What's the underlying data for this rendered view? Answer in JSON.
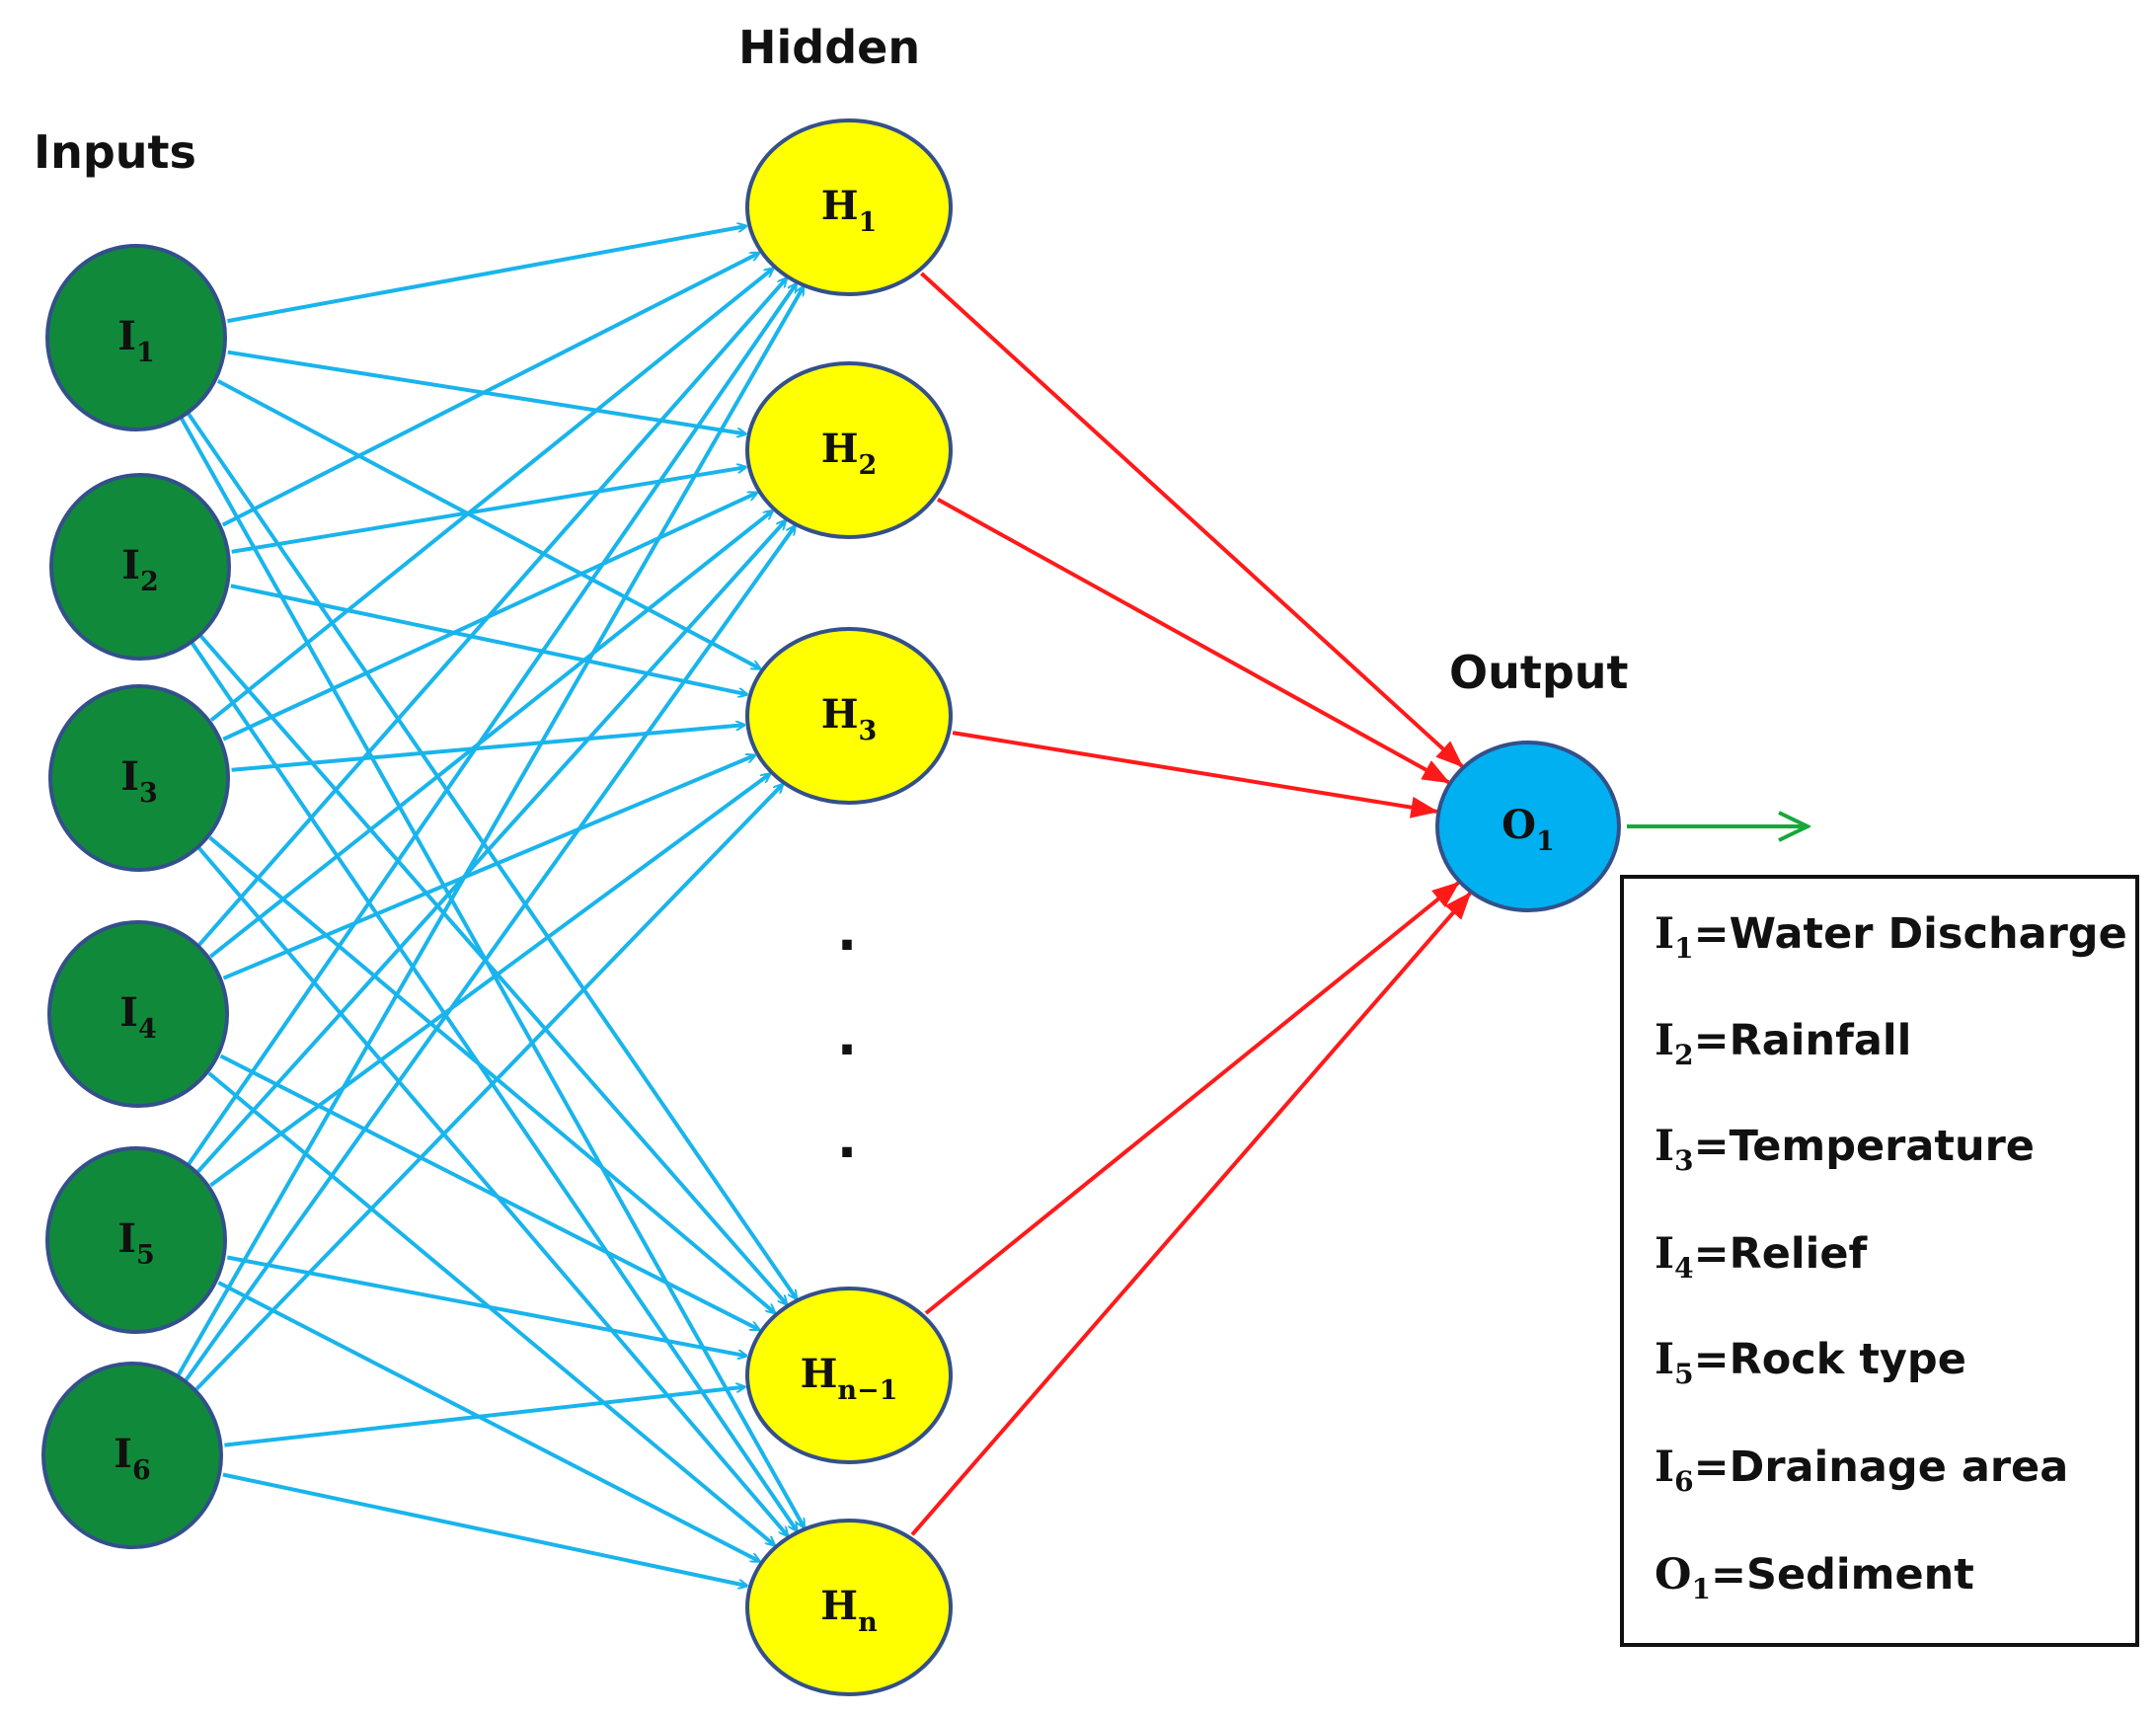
{
  "titles": {
    "inputs": "Inputs",
    "hidden": "Hidden",
    "output": "Output"
  },
  "colors": {
    "input_fill": "#108a3a",
    "hidden_fill": "#ffff00",
    "output_fill": "#00b0f0",
    "node_stroke": "#33508a",
    "input_edge": "#19b4ec",
    "output_edge": "#ff1a1a",
    "result_arrow": "#16a83a"
  },
  "input_nodes": [
    {
      "id": "I1",
      "label": "I",
      "sub": "1"
    },
    {
      "id": "I2",
      "label": "I",
      "sub": "2"
    },
    {
      "id": "I3",
      "label": "I",
      "sub": "3"
    },
    {
      "id": "I4",
      "label": "I",
      "sub": "4"
    },
    {
      "id": "I5",
      "label": "I",
      "sub": "5"
    },
    {
      "id": "I6",
      "label": "I",
      "sub": "6"
    }
  ],
  "hidden_nodes": [
    {
      "id": "H1",
      "label": "H",
      "sub": "1"
    },
    {
      "id": "H2",
      "label": "H",
      "sub": "2"
    },
    {
      "id": "H3",
      "label": "H",
      "sub": "3"
    },
    {
      "id": "Hn-1",
      "label": "H",
      "sub": "n−1"
    },
    {
      "id": "Hn",
      "label": "H",
      "sub": "n"
    }
  ],
  "ellipsis": ".",
  "output_node": {
    "id": "O1",
    "label": "O",
    "sub": "1"
  },
  "legend": [
    {
      "sym": "I",
      "sub": "1",
      "text": "=Water Discharge"
    },
    {
      "sym": "I",
      "sub": "2",
      "text": "=Rainfall"
    },
    {
      "sym": "I",
      "sub": "3",
      "text": "=Temperature"
    },
    {
      "sym": "I",
      "sub": "4",
      "text": "=Relief"
    },
    {
      "sym": "I",
      "sub": "5",
      "text": "=Rock type"
    },
    {
      "sym": "I",
      "sub": "6",
      "text": "=Drainage area"
    },
    {
      "sym": "O",
      "sub": "1",
      "text": "=Sediment"
    }
  ]
}
